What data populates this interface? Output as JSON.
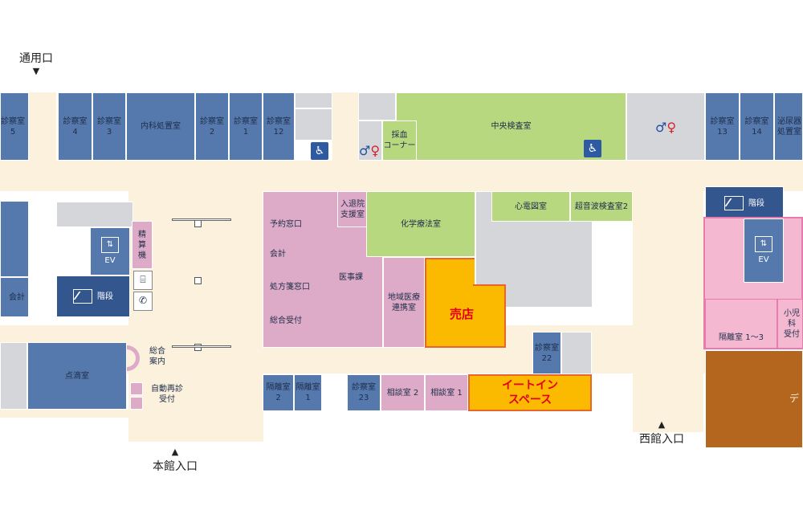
{
  "entrances": {
    "service": "通用口",
    "main": "本館入口",
    "west": "西館入口",
    "marker_down": "▼",
    "marker_up": "▲"
  },
  "rooms": {
    "exam5": "診察室\n5",
    "exam4": "診察室\n4",
    "exam3": "診察室\n3",
    "internal_treatment": "内科処置室",
    "exam2": "診察室\n2",
    "exam1": "診察室\n1",
    "exam12": "診察室\n12",
    "blood_collection": "採血\nコーナー",
    "central_lab": "中央検査室",
    "exam13": "診察室\n13",
    "exam14": "診察室\n14",
    "urology_treatment": "泌尿器\n処置室",
    "accounting_partial": "会計",
    "infusion": "点滴室",
    "reservation": "予約窓口",
    "accounting": "会計",
    "prescription": "処方箋窓口",
    "general_reception": "総合受付",
    "admission_support": "入退院\n支援室",
    "medical_affairs": "医事課",
    "regional_liaison": "地域医療\n連携室",
    "chemotherapy": "化学療法室",
    "ecg": "心電図室",
    "ultrasound": "超音波検査室2",
    "shop": "売店",
    "eat_in": "イートイン\nスペース",
    "exam22": "診察室\n22",
    "isolation2": "隔離室\n2",
    "isolation1": "隔離室\n1",
    "exam23": "診察室\n23",
    "consult2": "相談室 2",
    "consult1": "相談室 1",
    "stairs_left": "階段",
    "stairs_right": "階段",
    "ev_left": "EV",
    "ev_right": "EV",
    "payment_machine": "精\n算\n機",
    "isolation_1_3": "隔離室 1〜3",
    "pediatric_reception": "小児科\n受付",
    "west_area": "デ"
  },
  "labels": {
    "info_desk": "総合\n案内",
    "auto_revisit": "自動再診\n受付"
  },
  "icons": {
    "restroom": "restroom-icon",
    "accessible": "wheelchair-icon",
    "elevator": "elevator-icon",
    "stairs": "stairs-icon",
    "phone": "phone-icon",
    "atm": "atm-icon"
  },
  "colors": {
    "outpatient_blue": "#5579ad",
    "admin_pink": "#ddaac7",
    "lab_green": "#b8d87f",
    "shop_yellow": "#fbb900",
    "corridor": "#fbf1dc"
  }
}
